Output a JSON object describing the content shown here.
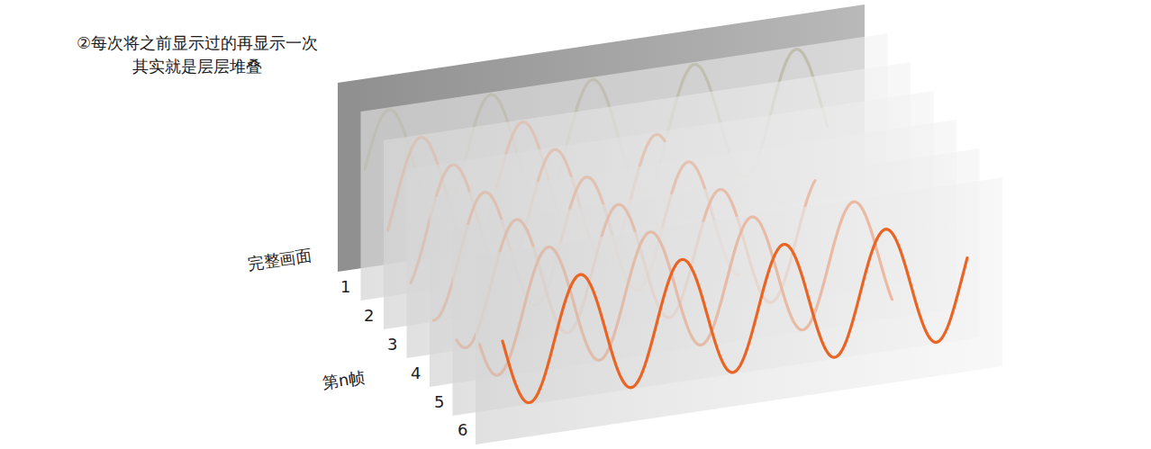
{
  "diagram": {
    "title": "②每次将之前显示过的再显示一次 其实就是层层堆叠",
    "labels": [
      "完整画面",
      "1",
      "2",
      "3",
      "4",
      "5",
      "6",
      "第n帧"
    ]
  }
}
